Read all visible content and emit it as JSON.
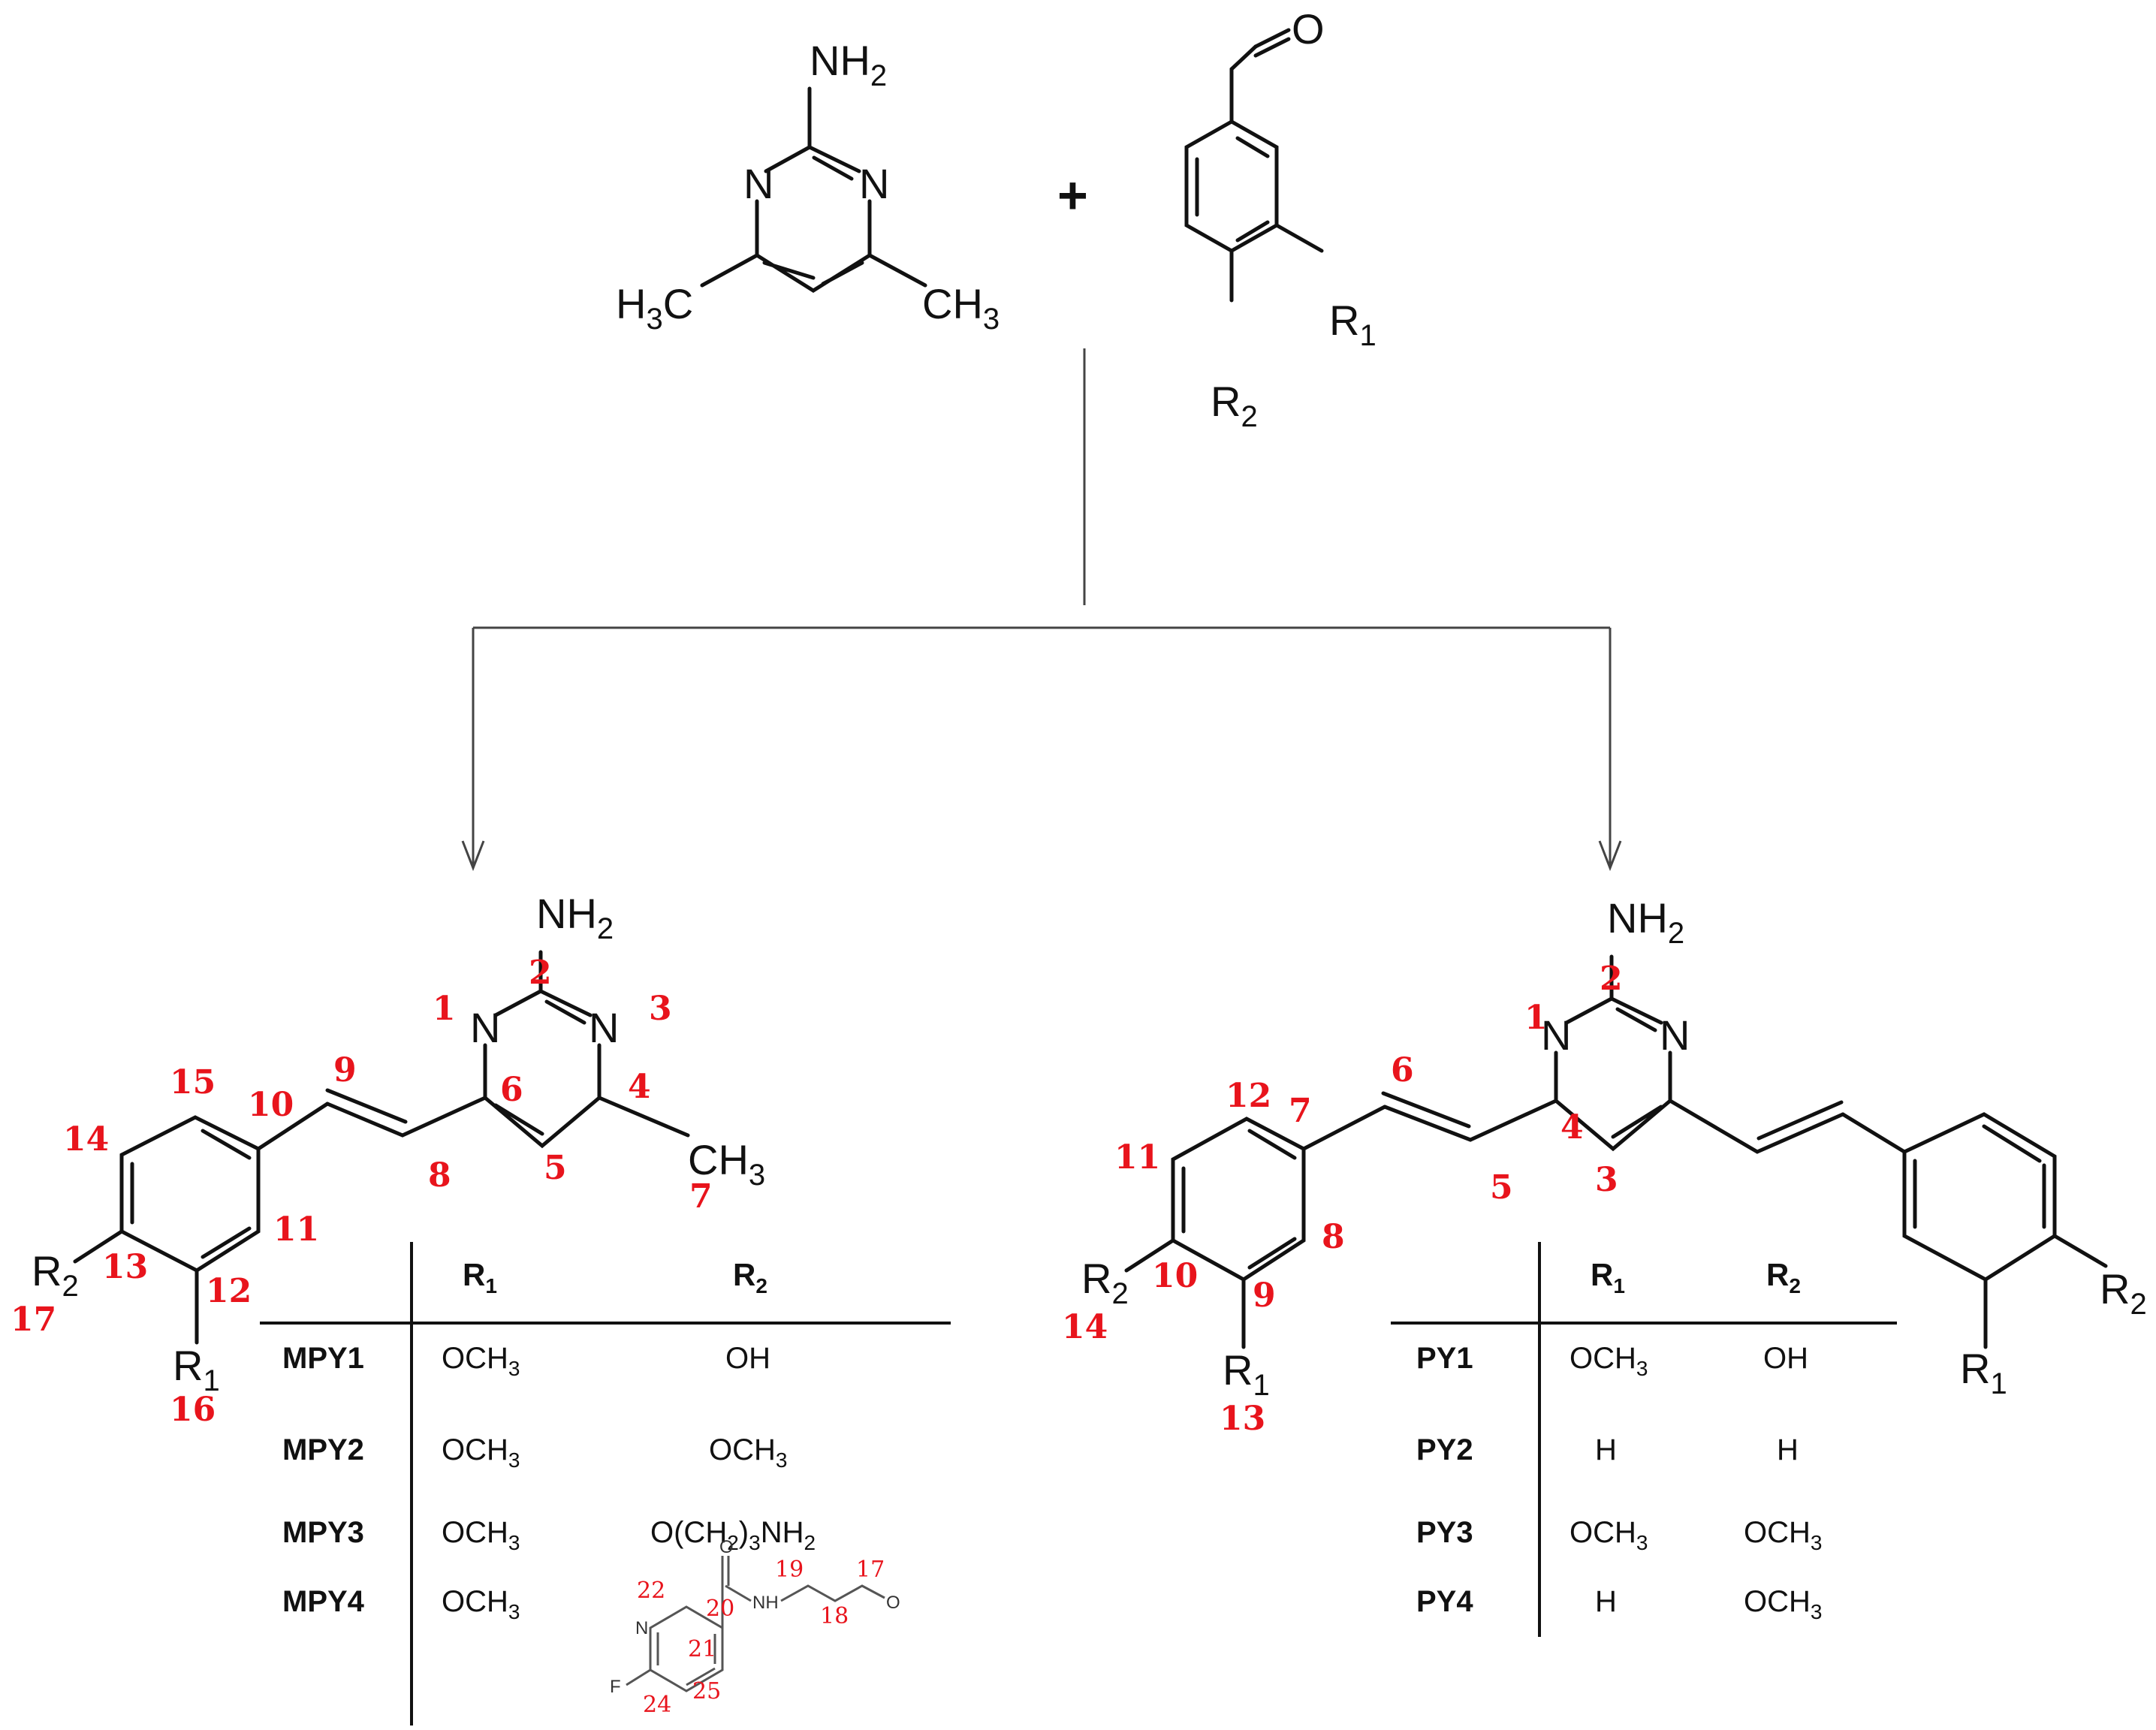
{
  "reactants": {
    "amine": {
      "nh2": "NH",
      "nh2_sub": "2",
      "n1": "N",
      "n3": "N",
      "h3c_h": "H",
      "h3c_sub": "3",
      "h3c_c": "C",
      "ch3_c": "CH",
      "ch3_sub": "3"
    },
    "plus": "+",
    "aldehyde": {
      "o": "O",
      "r1": "R",
      "r1_sub": "1",
      "r2": "R",
      "r2_sub": "2"
    }
  },
  "left_product": {
    "nh2": "NH",
    "nh2_sub": "2",
    "n1": "N",
    "n3": "N",
    "ch3": "CH",
    "ch3_sub": "3",
    "r1": "R",
    "r1_sub": "1",
    "r2": "R",
    "r2_sub": "2",
    "numbers": {
      "n1": "1",
      "n2": "2",
      "n3": "3",
      "n4": "4",
      "n5": "5",
      "n6": "6",
      "n7": "7",
      "n8": "8",
      "n9": "9",
      "n10": "10",
      "n11": "11",
      "n12": "12",
      "n13": "13",
      "n14": "14",
      "n15": "15",
      "n16": "16",
      "n17": "17"
    }
  },
  "left_table": {
    "header_r1": "R",
    "header_r1_sub": "1",
    "header_r2": "R",
    "header_r2_sub": "2",
    "rows": [
      {
        "label": "MPY1",
        "r1_main": "OCH",
        "r1_sub": "3",
        "r2_main": "OH",
        "r2_sub": ""
      },
      {
        "label": "MPY2",
        "r1_main": "OCH",
        "r1_sub": "3",
        "r2_main": "OCH",
        "r2_sub": "3"
      },
      {
        "label": "MPY3",
        "r1_main": "OCH",
        "r1_sub": "3",
        "r2_a": "O(CH",
        "r2_a_sub": "2",
        "r2_b": ")",
        "r2_b_sub": "3",
        "r2_c": "NH",
        "r2_c_sub": "2"
      },
      {
        "label": "MPY4",
        "r1_main": "OCH",
        "r1_sub": "3"
      }
    ],
    "mpy4_fragment": {
      "o_carbonyl": "O",
      "n_ring": "N",
      "f": "F",
      "nh": "NH",
      "o_ether": "O",
      "numbers": {
        "n17": "17",
        "n18": "18",
        "n19": "19",
        "n20": "20",
        "n21": "21",
        "n22": "22",
        "n24": "24",
        "n25": "25"
      }
    }
  },
  "right_product": {
    "nh2": "NH",
    "nh2_sub": "2",
    "n1": "N",
    "n3": "N",
    "r1_left": "R",
    "r1_left_sub": "1",
    "r2_left": "R",
    "r2_left_sub": "2",
    "r1_right": "R",
    "r1_right_sub": "1",
    "r2_right": "R",
    "r2_right_sub": "2",
    "numbers": {
      "n1": "1",
      "n2": "2",
      "n3": "3",
      "n4": "4",
      "n5": "5",
      "n6": "6",
      "n7": "7",
      "n8": "8",
      "n9": "9",
      "n10": "10",
      "n11": "11",
      "n12": "12",
      "n13": "13",
      "n14": "14"
    }
  },
  "right_table": {
    "header_r1": "R",
    "header_r1_sub": "1",
    "header_r2": "R",
    "header_r2_sub": "2",
    "rows": [
      {
        "label": "PY1",
        "r1_main": "OCH",
        "r1_sub": "3",
        "r2_main": "OH",
        "r2_sub": ""
      },
      {
        "label": "PY2",
        "r1_main": "H",
        "r1_sub": "",
        "r2_main": "H",
        "r2_sub": ""
      },
      {
        "label": "PY3",
        "r1_main": "OCH",
        "r1_sub": "3",
        "r2_main": "OCH",
        "r2_sub": "3"
      },
      {
        "label": "PY4",
        "r1_main": "H",
        "r1_sub": "",
        "r2_main": "OCH",
        "r2_sub": "3"
      }
    ]
  }
}
